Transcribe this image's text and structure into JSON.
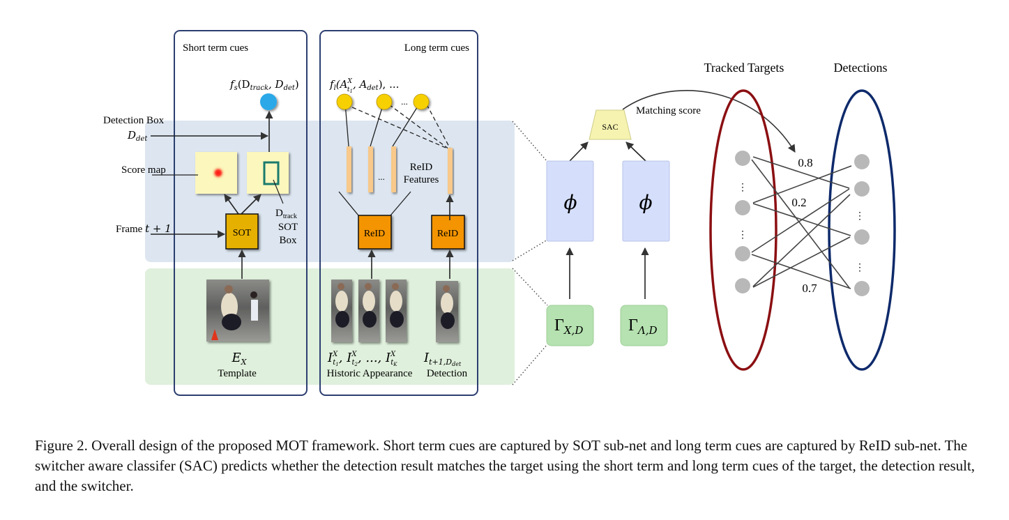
{
  "panels": {
    "short_term": {
      "title": "Short term cues"
    },
    "long_term": {
      "title": "Long term cues"
    }
  },
  "short_term": {
    "fs_label_func": "f",
    "fs_label_sub": "s",
    "fs_label_open": "(D",
    "fs_label_track": "track",
    "fs_label_mid": ", D",
    "fs_label_det": "det",
    "fs_label_close": ")",
    "detection_box_label": "Detection Box",
    "d_det_main": "D",
    "d_det_sub": "det",
    "score_map_label": "Score map",
    "frame_label": "Frame",
    "frame_math": "t + 1",
    "sot_label": "SOT",
    "dtrack_main": "D",
    "dtrack_sub": "track",
    "sot_box_line1": "SOT",
    "sot_box_line2": "Box",
    "template_math_main": "E",
    "template_math_sub": "X",
    "template_label": "Template"
  },
  "long_term": {
    "fl_label": "f",
    "fl_sub": "l",
    "fl_rest_a": "(A",
    "fl_sup": "X",
    "fl_sub_t": "t",
    "fl_sub_1": "1",
    "fl_rest_b": ", A",
    "fl_det": "det",
    "fl_tail": "), ...",
    "ellipsis": "...",
    "reid_features_line1": "ReID",
    "reid_features_line2": "Features",
    "reid_label": "ReID",
    "historic_math": "I",
    "historic_sup": "X",
    "historic_sep": ", ..., ",
    "historic_label": "Historic Appearance",
    "detection_math": "I",
    "detection_sub": "t+1,",
    "detection_sub2": "D",
    "detection_sub3": "det",
    "detection_label": "Detection"
  },
  "classifier": {
    "sac_label": "SAC",
    "phi_symbol": "ϕ",
    "gamma_xd_main": "Γ",
    "gamma_xd_sub": "X,D",
    "gamma_ld_main": "Γ",
    "gamma_ld_sub": "Λ,D",
    "matching_score_label": "Matching score"
  },
  "matching": {
    "tracked_title": "Tracked Targets",
    "detections_title": "Detections",
    "scores": [
      "0.8",
      "0.2",
      "0.7"
    ],
    "vdots": "⋮"
  },
  "colors": {
    "panel_border": "#2c3e70",
    "blue_band": "#dde6f0",
    "green_band": "#dff0dc",
    "score_map_fill": "#fbf7bd",
    "sot_fill": "#e6b000",
    "reid_fill": "#f39400",
    "feature_fill": "#f8c98a",
    "blue_node": "#29a8e8",
    "yellow_node": "#f7d000",
    "phi_fill": "#d5defb",
    "gamma_fill": "#b5e2b0",
    "sac_fill": "#f6f3b0",
    "tracked_ellipse": "#8b0f12",
    "detections_ellipse": "#0e2a6b",
    "graph_node": "#b8b8b8"
  },
  "caption": "Figure 2. Overall design of the proposed MOT framework. Short term cues are captured by SOT sub-net and long term cues are captured by ReID sub-net. The switcher aware classifer (SAC) predicts whether the detection result matches the target using the short term and long term cues of the target, the detection result, and the switcher."
}
